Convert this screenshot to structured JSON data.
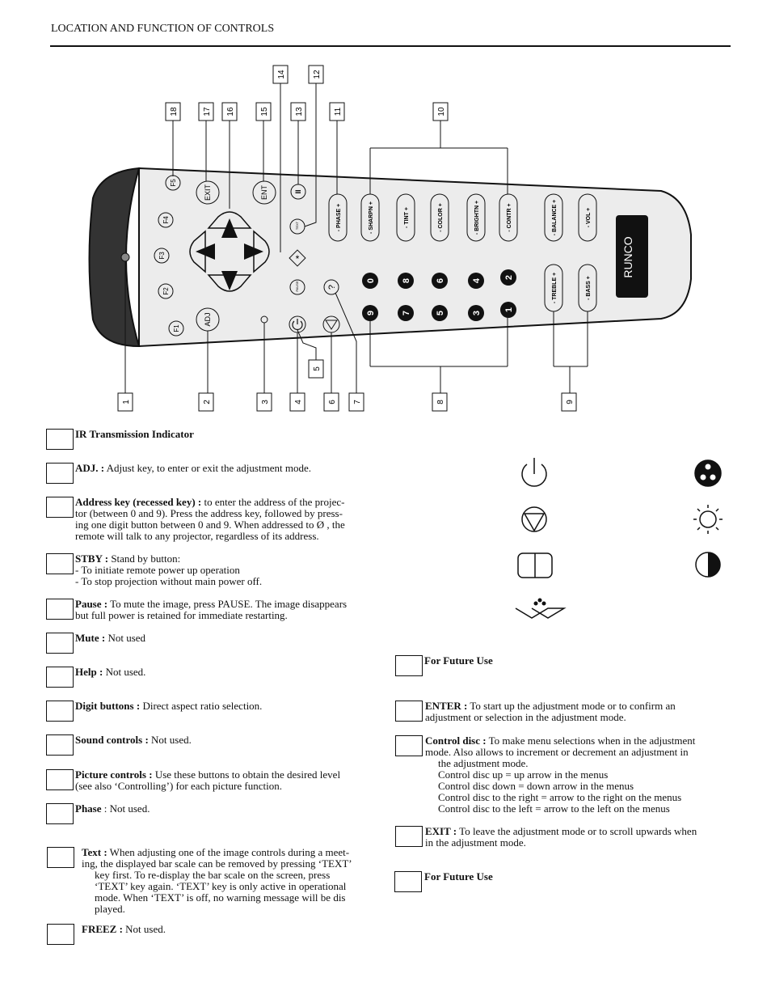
{
  "header": {
    "title": "LOCATION AND FUNCTION OF CONTROLS"
  },
  "remote": {
    "brand": "RUNCO",
    "function_keys": [
      "F5",
      "F4",
      "F3",
      "F2",
      "F1"
    ],
    "keys": {
      "exit": "EXIT",
      "ent": "ENT",
      "adj": "ADJ",
      "text": "TEXT",
      "pause": "PAUSE",
      "freeze": "II",
      "star": "*",
      "help": "?"
    },
    "sliders_top": [
      "- PHASE +",
      "- SHARPN +",
      "- TINT +",
      "- COLOR +",
      "- BRIGHTN +",
      "- CONTR +",
      "- BALANCE +",
      "- VOL +"
    ],
    "sliders_bottom": [
      "- TREBLE +",
      "- BASS +"
    ],
    "digits_top": [
      "0",
      "8",
      "6",
      "4",
      "2"
    ],
    "digits_bottom": [
      "9",
      "7",
      "5",
      "3",
      "1"
    ],
    "callouts_top": [
      "18",
      "17",
      "16",
      "15",
      "13",
      "11",
      "10",
      "14",
      "12"
    ],
    "callouts_bottom": [
      "1",
      "2",
      "3",
      "4",
      "6",
      "7",
      "8",
      "9",
      "5"
    ]
  },
  "left_items": [
    {
      "title": "IR Transmission Indicator",
      "body": ""
    },
    {
      "title": "ADJ. :",
      "body": " Adjust key, to enter or exit the adjustment mode."
    },
    {
      "title": "Address key (recessed key) :",
      "body": " to enter the address of the projec-",
      "lines": [
        "tor (between 0 and 9). Press the address key, followed by press-",
        "ing one digit button between 0 and 9. When addressed to Ø , the",
        "remote will talk to any projector, regardless of its address."
      ]
    },
    {
      "title": "STBY :",
      "body": " Stand by button:",
      "lines": [
        "- To initiate remote power up operation",
        "- To stop projection without main power off."
      ]
    },
    {
      "title": "Pause :",
      "body": " To mute the image, press PAUSE. The image disappears",
      "lines": [
        "but full power is retained for immediate restarting."
      ]
    },
    {
      "title": "Mute :",
      "body": " Not used"
    },
    {
      "title": "Help :",
      "body": " Not used."
    },
    {
      "title": "Digit buttons :",
      "body": " Direct aspect ratio selection."
    },
    {
      "title": "Sound controls :",
      "body": " Not used."
    },
    {
      "title": "Picture controls :",
      "body": " Use these buttons to obtain the desired level",
      "lines": [
        "(see also ‘Controlling’) for each picture function."
      ]
    },
    {
      "title": "Phase",
      "body": " : Not used."
    },
    {
      "title": "Text :",
      "body": " When adjusting one of the image controls during a meet-",
      "lines": [
        "ing, the displayed bar scale can be removed by pressing ‘TEXT’",
        "key first. To re-display the bar scale on the screen, press",
        "‘TEXT’ key again. ‘TEXT’ key is only active in operational",
        "mode. When ‘TEXT’ is off, no warning message will be dis",
        "played."
      ]
    },
    {
      "title": "FREEZ :",
      "body": " Not used."
    }
  ],
  "right_items": [
    {
      "title": "For Future Use",
      "body": ""
    },
    {
      "title": "ENTER :",
      "body": " To start up the adjustment mode or to confirm an",
      "lines": [
        "adjustment or selection in the adjustment mode."
      ]
    },
    {
      "title": "Control disc :",
      "body": " To make menu selections when in the adjustment",
      "lines": [
        "mode. Also allows to increment or decrement an adjustment in",
        "the adjustment mode.",
        "Control disc up = up arrow in the menus",
        "Control disc down = down arrow in the menus",
        "Control disc to the right = arrow to the right on the menus",
        "Control disc to the left = arrow to the left on the menus"
      ]
    },
    {
      "title": "EXIT :",
      "body": " To leave the adjustment mode or to scroll upwards when",
      "lines": [
        "in the adjustment mode."
      ]
    },
    {
      "title": "For Future Use",
      "body": ""
    }
  ],
  "symbol_icons": [
    "power-symbol-icon",
    "mute-triangle-icon",
    "split-screen-icon",
    "sound-icon",
    "color-icon",
    "brightness-icon",
    "contrast-icon"
  ]
}
